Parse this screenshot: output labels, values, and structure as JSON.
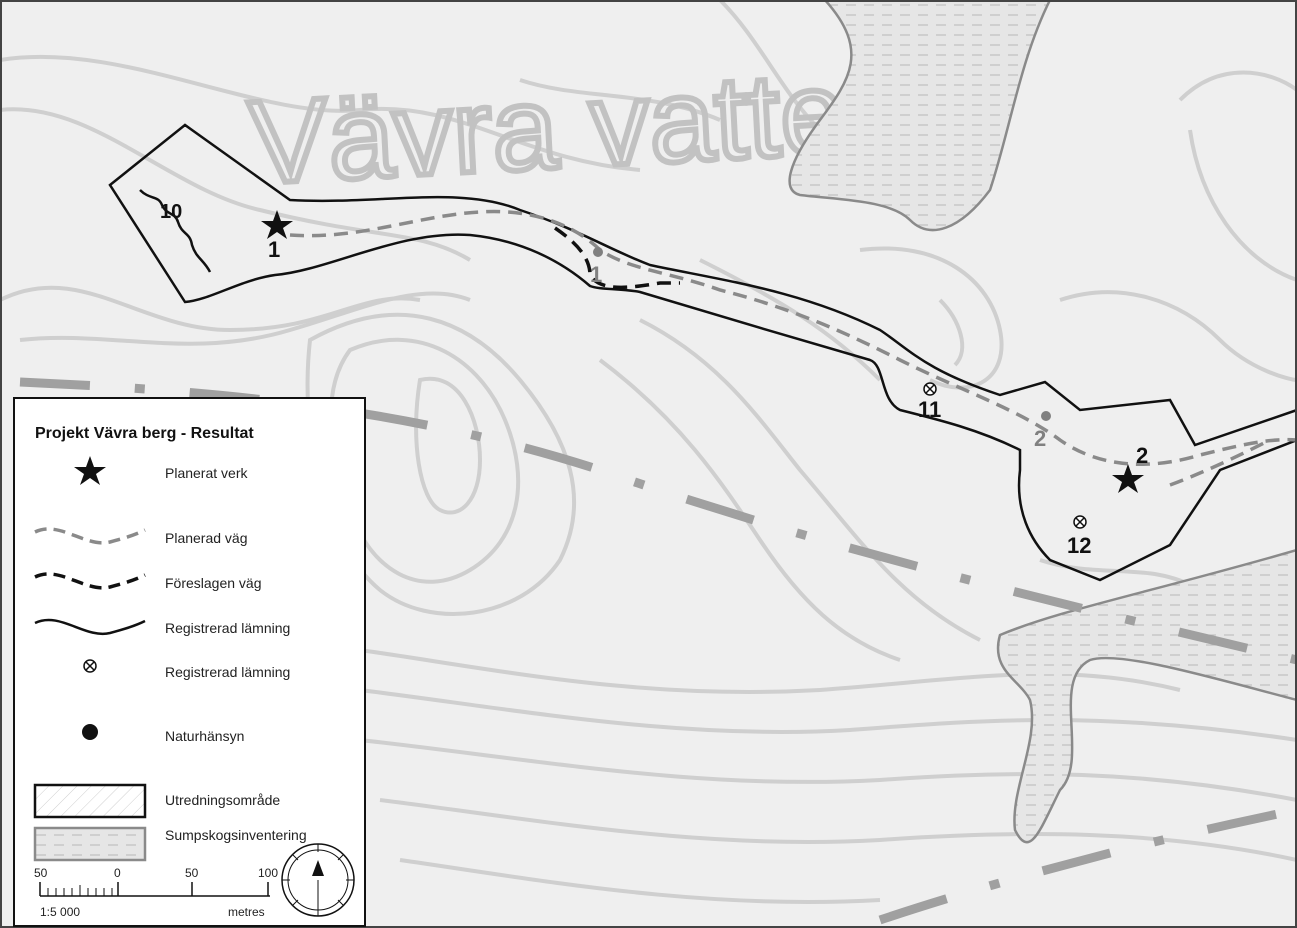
{
  "map": {
    "place_name": "Vävra vatten",
    "features": {
      "turbine_1": {
        "label": "1"
      },
      "turbine_2": {
        "label": "2"
      },
      "remain_10": {
        "label": "10"
      },
      "remain_11": {
        "label": "11"
      },
      "remain_12": {
        "label": "12"
      },
      "nature_1": {
        "label": "1"
      },
      "nature_2": {
        "label": "2"
      }
    }
  },
  "legend": {
    "title": "Projekt Vävra berg - Resultat",
    "items": [
      {
        "symbol": "star",
        "label": "Planerat verk"
      },
      {
        "symbol": "grey-dashed-line",
        "label": "Planerad väg"
      },
      {
        "symbol": "black-dashed-line",
        "label": "Föreslagen väg"
      },
      {
        "symbol": "black-solid-line",
        "label": "Registrerad lämning"
      },
      {
        "symbol": "circle-cross",
        "label": "Registrerad lämning"
      },
      {
        "symbol": "black-dot",
        "label": "Naturhänsyn"
      },
      {
        "symbol": "hatched-rectangle",
        "label": "Utredningsområde"
      },
      {
        "symbol": "grey-striped-rectangle",
        "label": "Sumpskogsinventering"
      }
    ],
    "scale": {
      "ticks": [
        "50",
        "0",
        "50",
        "100"
      ],
      "ratio": "1:5 000",
      "unit": "metres"
    }
  },
  "colors": {
    "background": "#efefef",
    "contour": "#cfcfcf",
    "planned_road": "#8a8a8a",
    "proposed_road": "#111111",
    "swamp_fill": "#e2e2e2"
  }
}
